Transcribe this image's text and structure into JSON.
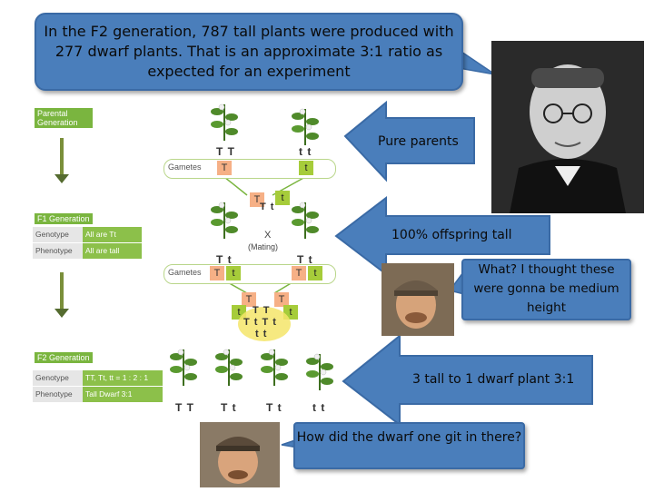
{
  "callouts": {
    "top": "In the F2 generation, 787 tall plants were produced with 277 dwarf plants. That is an approximate 3:1 ratio as expected for an experiment",
    "pure_parents": "Pure parents",
    "offspring_tall": "100% offspring tall",
    "medium_height": "What? I thought these were gonna be medium height",
    "three_to_one": "3 tall to 1 dwarf plant 3:1",
    "dwarf_question": "How did the dwarf one git in there?"
  },
  "diagram": {
    "parental_label": "Parental Generation",
    "f1_label": "F1 Generation",
    "f2_label": "F2 Generation",
    "gametes_label_1": "Gametes",
    "gametes_label_2": "Gametes",
    "genotype_label": "Genotype",
    "phenotype_label": "Phenotype",
    "f1_genotype": "All are Tt",
    "f1_phenotype": "All are tall",
    "f2_genotype": "TT, Tt, tt = 1 : 2 : 1",
    "f2_phenotype": "Tall Dwarf 3:1",
    "mating_label": "(Mating)",
    "cross_symbol": "X",
    "parent_genotypes": [
      "T T",
      "t t"
    ],
    "f1_genotypes": [
      "T t",
      "T t"
    ],
    "f2_genotypes": [
      "T T",
      "T t",
      "T t",
      "t t"
    ],
    "allele_T": "T",
    "allele_t": "t"
  },
  "colors": {
    "callout_blue": "#4a7ebb",
    "label_green": "#7ab53f",
    "allele_T": "#f6b086",
    "allele_t": "#a6cc3a"
  }
}
